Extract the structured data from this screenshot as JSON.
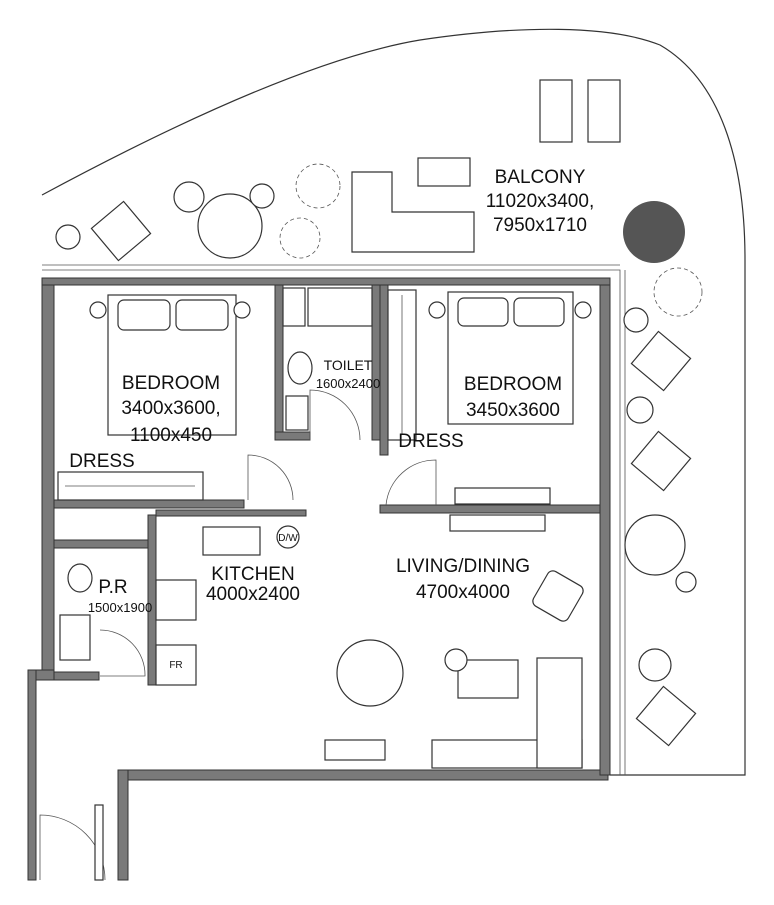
{
  "rooms": {
    "balcony": {
      "name": "BALCONY",
      "dim1": "11020x3400,",
      "dim2": "7950x1710"
    },
    "bedroom1": {
      "name": "BEDROOM",
      "dim1": "3400x3600,",
      "dim2": "1100x450"
    },
    "dress1": {
      "name": "DRESS"
    },
    "toilet": {
      "name": "TOILET",
      "dim": "1600x2400"
    },
    "bedroom2": {
      "name": "BEDROOM",
      "dim": "3450x3600"
    },
    "dress2": {
      "name": "DRESS"
    },
    "kitchen": {
      "name": "KITCHEN",
      "dim": "4000x2400"
    },
    "powder_room": {
      "name": "P.R",
      "dim": "1500x1900"
    },
    "living": {
      "name": "LIVING/DINING",
      "dim": "4700x4000"
    }
  },
  "appliances": {
    "dishwasher": "D/W",
    "fridge": "FR"
  },
  "colors": {
    "wall": "#7a7a7a",
    "line": "#333333",
    "planter": "#555555"
  }
}
